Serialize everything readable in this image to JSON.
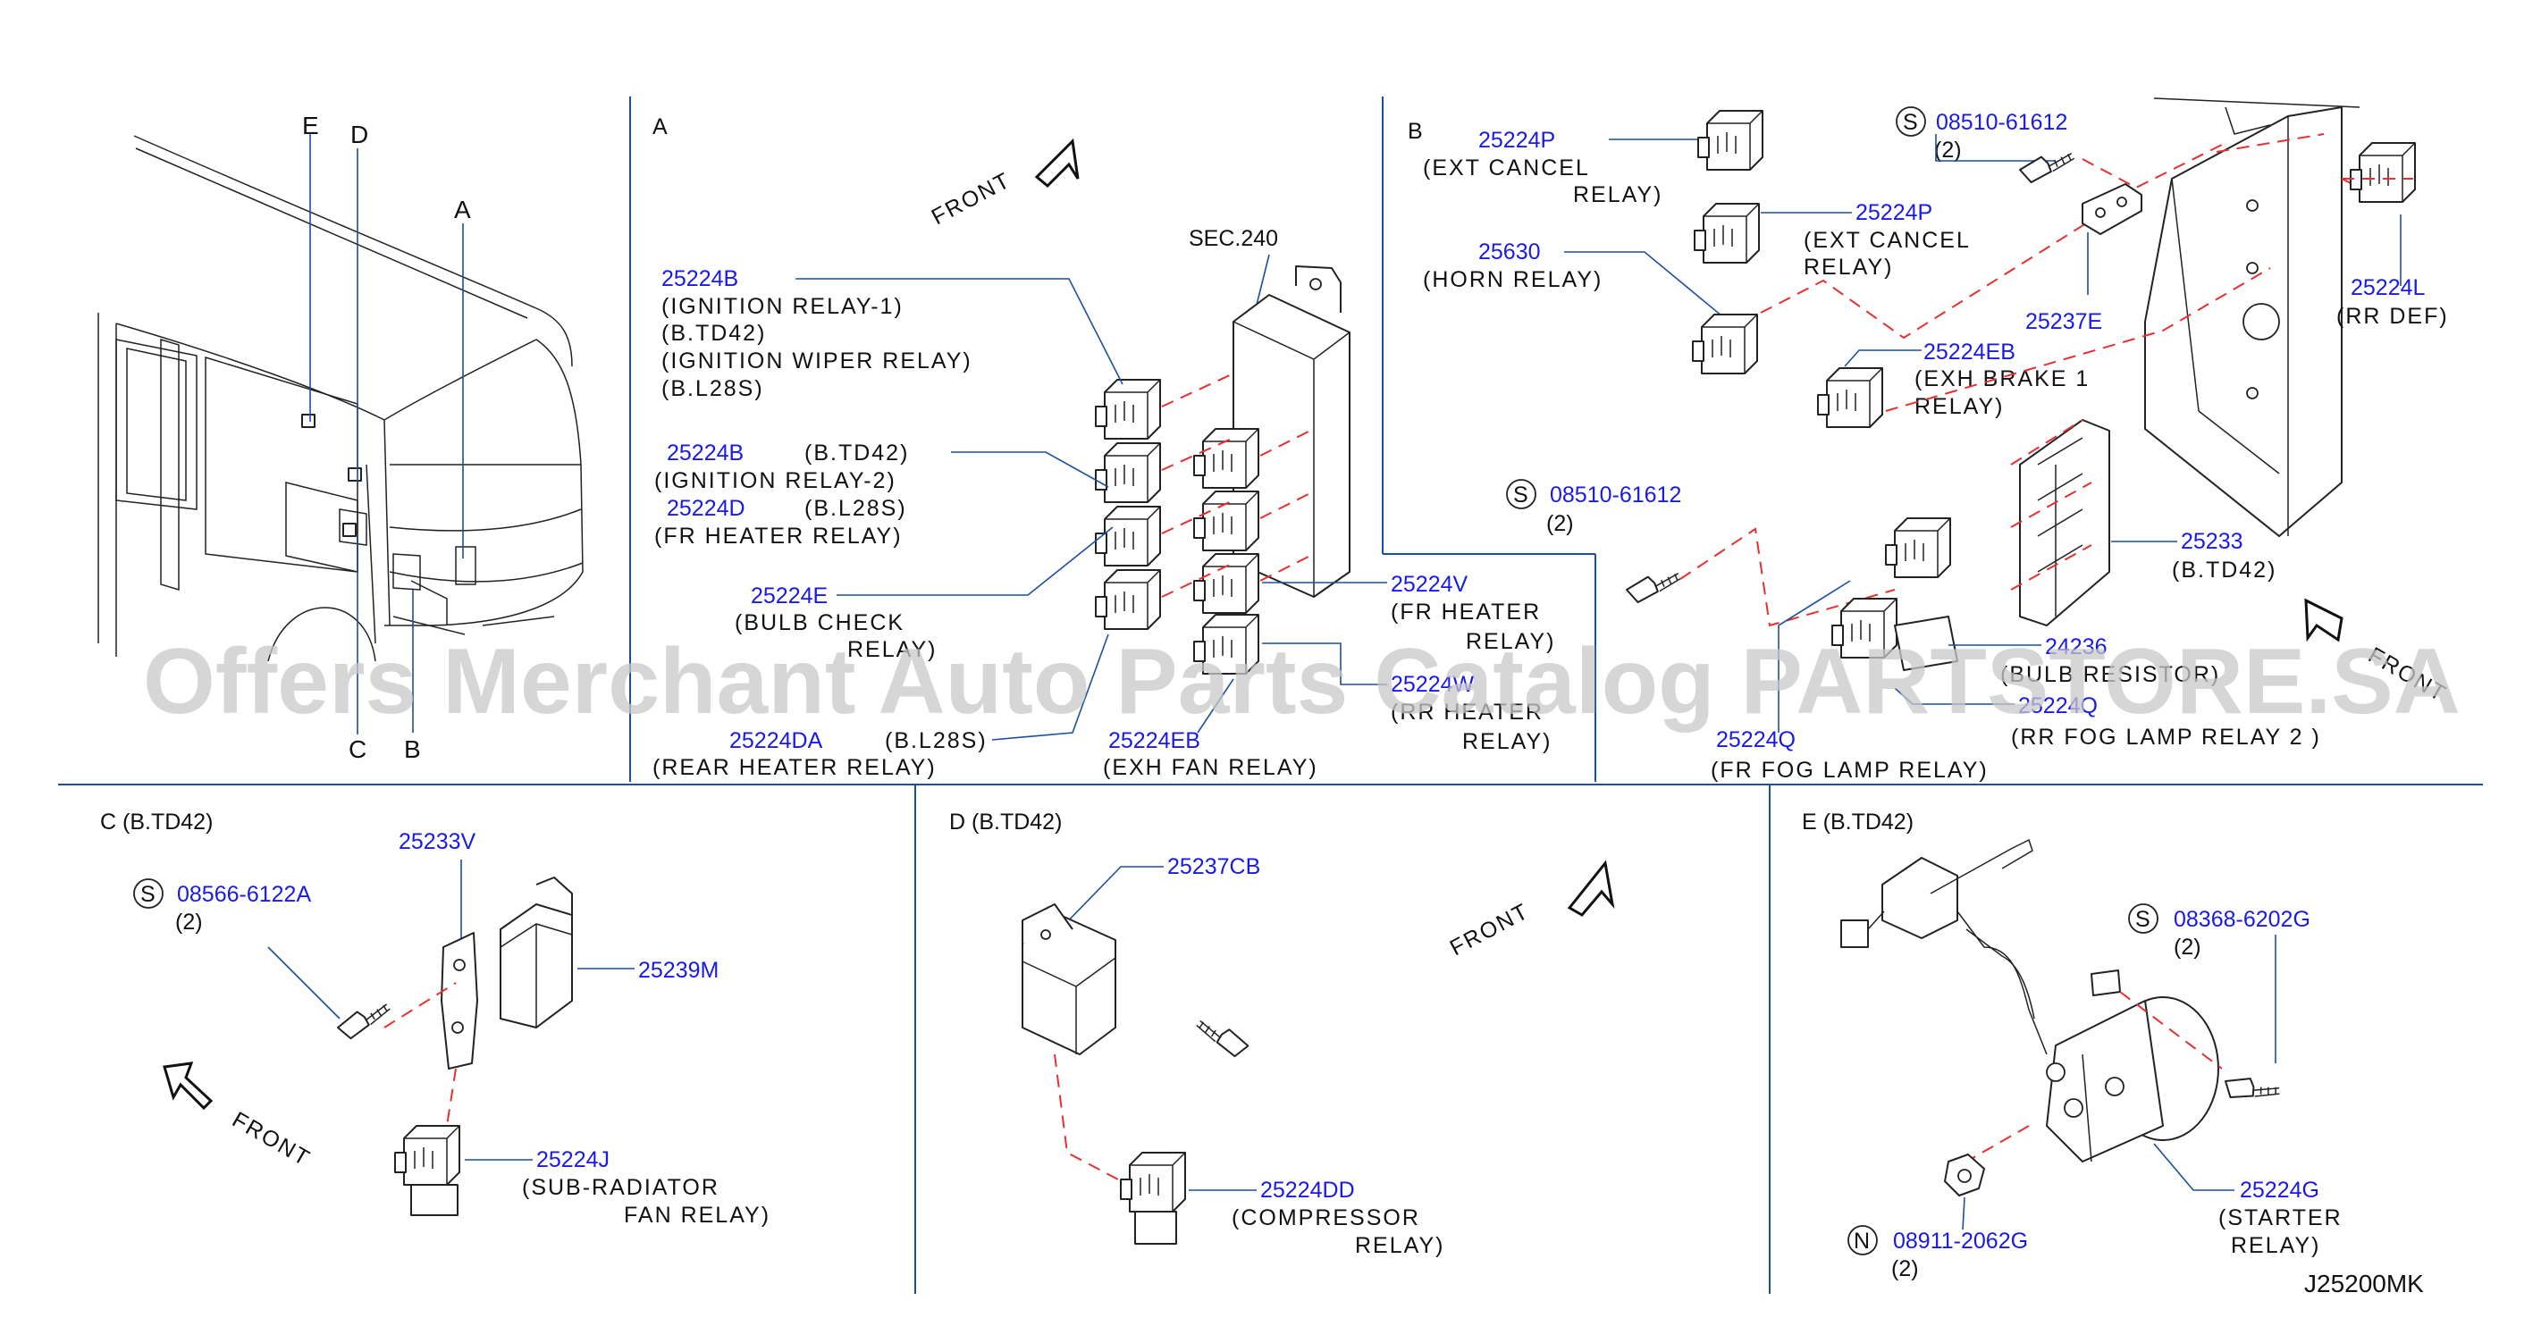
{
  "sections": {
    "A": "A",
    "B": "B",
    "C": "C (B.TD42)",
    "D": "D (B.TD42)",
    "E": "E (B.TD42)"
  },
  "truck_callouts": [
    "E",
    "D",
    "A",
    "C",
    "B"
  ],
  "front": "FRONT",
  "sec240": "SEC.240",
  "sectionA": {
    "p25224B_1": {
      "pn": "25224B",
      "lines": [
        "(IGNITION   RELAY-1)",
        "(B.TD42)",
        "(IGNITION   WIPER   RELAY)",
        "(B.L28S)"
      ]
    },
    "p25224B_2": {
      "pn": "25224B",
      "suffix": "(B.TD42)",
      "line": "(IGNITION   RELAY-2)"
    },
    "p25224D": {
      "pn": "25224D",
      "suffix": "(B.L28S)",
      "line": "(FR   HEATER   RELAY)"
    },
    "p25224E": {
      "pn": "25224E",
      "lines": [
        "(BULB   CHECK",
        "RELAY)"
      ]
    },
    "p25224DA": {
      "pn": "25224DA",
      "suffix": "(B.L28S)",
      "line": "(REAR   HEATER   RELAY)"
    },
    "p25224EB": {
      "pn": "25224EB",
      "line": "(EXH   FAN   RELAY)"
    },
    "p25224V": {
      "pn": "25224V",
      "lines": [
        "(FR   HEATER",
        "RELAY)"
      ]
    },
    "p25224W": {
      "pn": "25224W",
      "lines": [
        "(RR   HEATER",
        "RELAY)"
      ]
    }
  },
  "sectionB": {
    "p25224P_1": {
      "pn": "25224P",
      "lines": [
        "(EXT   CANCEL",
        "RELAY)"
      ]
    },
    "p25224P_2": {
      "pn": "25224P",
      "lines": [
        "(EXT   CANCEL",
        "RELAY)"
      ]
    },
    "p25630": {
      "pn": "25630",
      "line": "(HORN   RELAY)"
    },
    "s08510_top": {
      "mark": "S",
      "pn": "08510-61612",
      "qty": "(2)"
    },
    "p25237E": {
      "pn": "25237E"
    },
    "p25224L": {
      "pn": "25224L",
      "line": "(RR   DEF)"
    },
    "p25224EB": {
      "pn": "25224EB",
      "lines": [
        "(EXH   BRAKE   1",
        "RELAY)"
      ]
    },
    "s08510_mid": {
      "mark": "S",
      "pn": "08510-61612",
      "qty": "(2)"
    },
    "p25233": {
      "pn": "25233",
      "line": "(B.TD42)"
    },
    "p24236": {
      "pn": "24236",
      "line": "(BULB   RESISTOR)"
    },
    "p25224Q_rr": {
      "pn": "25224Q",
      "line": "(RR   FOG   LAMP   RELAY   2 )"
    },
    "p25224Q_fr": {
      "pn": "25224Q",
      "line": "(FR   FOG   LAMP   RELAY)"
    }
  },
  "sectionC": {
    "p25233V": {
      "pn": "25233V"
    },
    "s08566": {
      "mark": "S",
      "pn": "08566-6122A",
      "qty": "(2)"
    },
    "p25239M": {
      "pn": "25239M"
    },
    "p25224J": {
      "pn": "25224J",
      "lines": [
        "(SUB-RADIATOR",
        "FAN   RELAY)"
      ]
    }
  },
  "sectionD": {
    "p25237CB": {
      "pn": "25237CB"
    },
    "p25224DD": {
      "pn": "25224DD",
      "lines": [
        "(COMPRESSOR",
        "RELAY)"
      ]
    }
  },
  "sectionE": {
    "s08368": {
      "mark": "S",
      "pn": "08368-6202G",
      "qty": "(2)"
    },
    "p25224G": {
      "pn": "25224G",
      "lines": [
        "(STARTER",
        "RELAY)"
      ]
    },
    "n08911": {
      "mark": "N",
      "pn": "08911-2062G",
      "qty": "(2)"
    }
  },
  "diagram_ref": "J25200MK",
  "watermark": "Offers Merchant Auto Parts Catalog PARTSTORE.SA",
  "colors": {
    "part_number": "#1a1ae6",
    "divider": "#1b4fa0",
    "dashed_leader": "#e53030"
  }
}
